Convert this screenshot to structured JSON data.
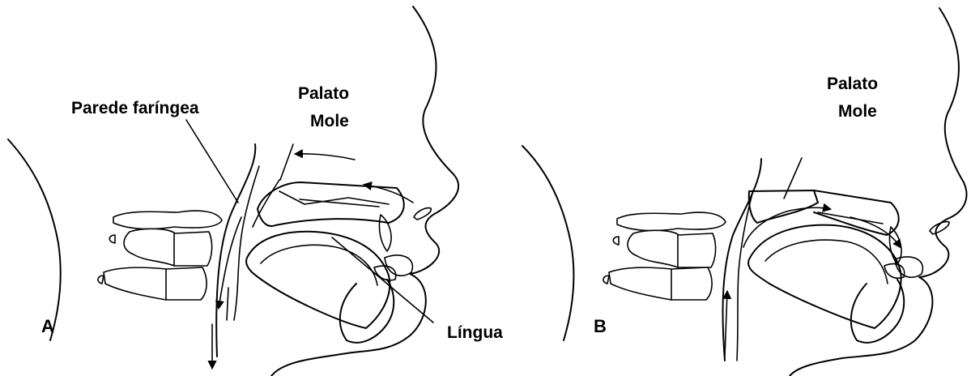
{
  "panel_a": {
    "letter": "A",
    "labels": {
      "pharyngeal_wall": "Parede faríngea",
      "soft_palate_line1": "Palato",
      "soft_palate_line2": "Mole",
      "tongue": "Língua"
    }
  },
  "panel_b": {
    "letter": "B",
    "labels": {
      "soft_palate_line1": "Palato",
      "soft_palate_line2": "Mole"
    }
  },
  "colors": {
    "line": "#000000",
    "background": "#ffffff"
  }
}
